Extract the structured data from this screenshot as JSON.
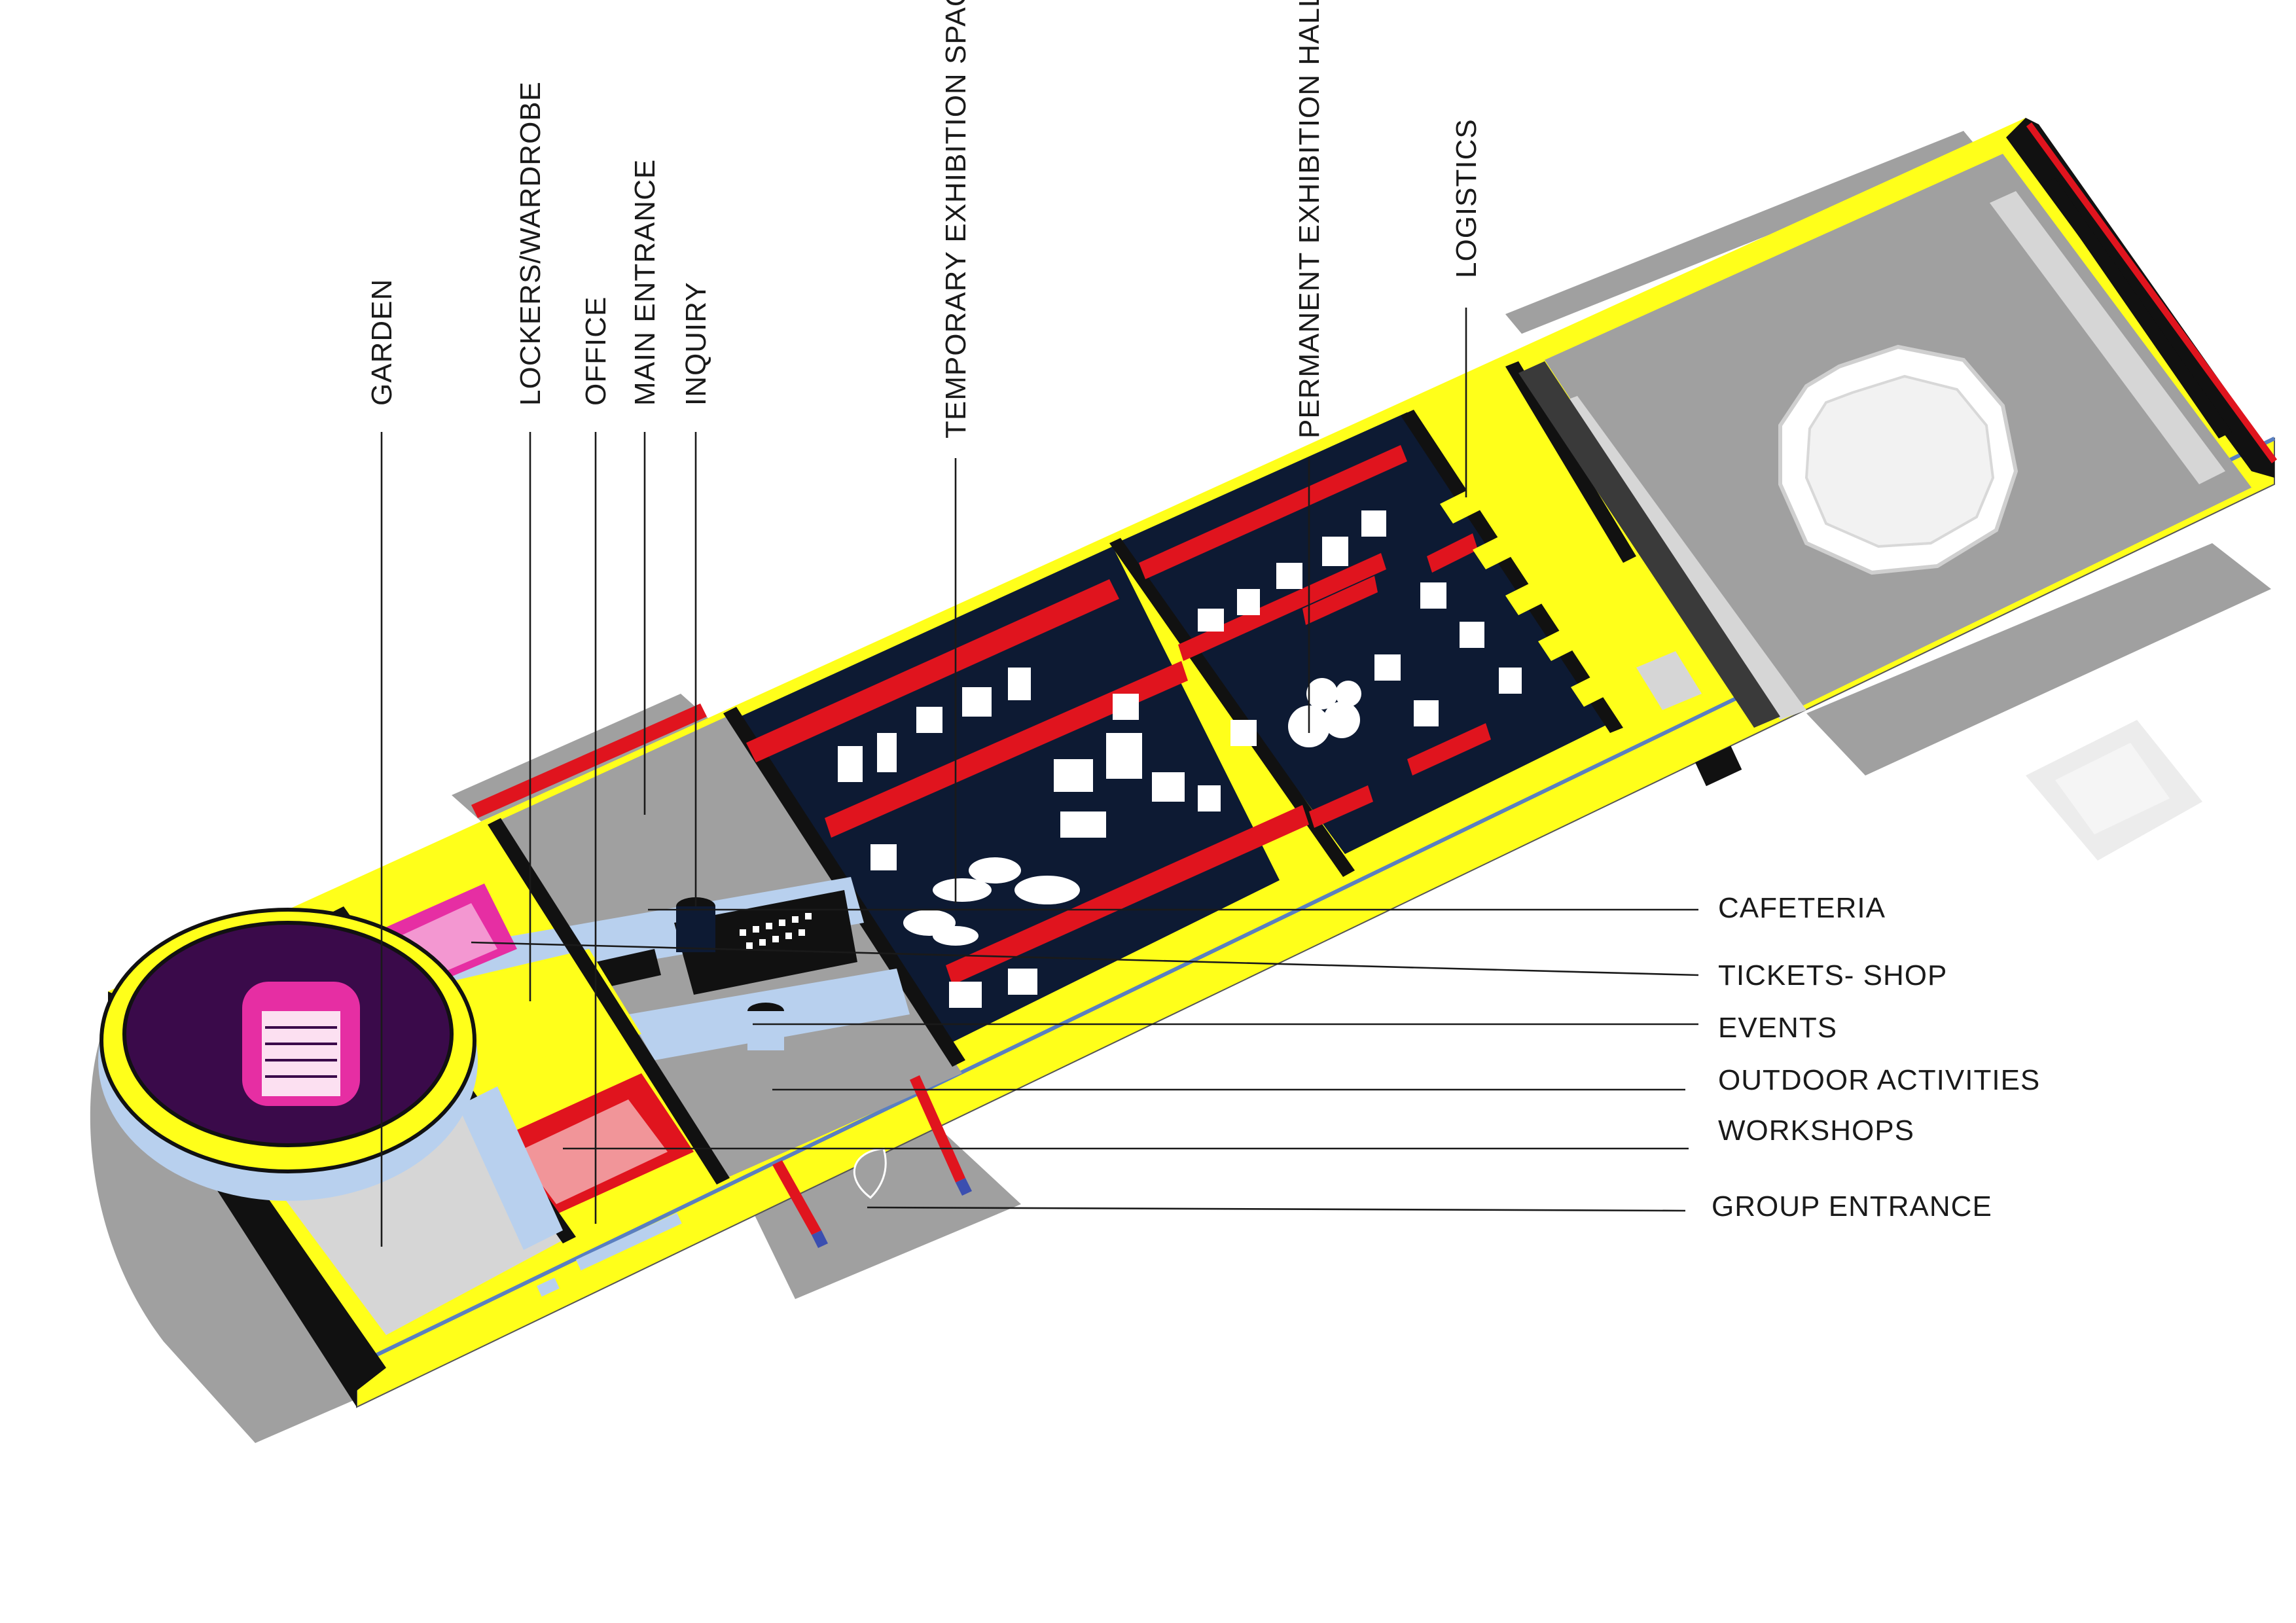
{
  "labels": {
    "vertical": [
      {
        "id": "garden",
        "text": "GARDEN"
      },
      {
        "id": "lockers",
        "text": "LOCKERS/WARDROBE"
      },
      {
        "id": "office",
        "text": "OFFICE"
      },
      {
        "id": "main_entrance",
        "text": "MAIN ENTRANCE"
      },
      {
        "id": "inquiry",
        "text": "INQUIRY"
      },
      {
        "id": "temporary",
        "text": "TEMPORARY EXHIBITION SPACE"
      },
      {
        "id": "permanent",
        "text": "PERMANENT EXHIBITION HALL"
      },
      {
        "id": "logistics",
        "text": "LOGISTICS"
      }
    ],
    "horizontal": [
      {
        "id": "cafeteria",
        "text": "CAFETERIA"
      },
      {
        "id": "tickets",
        "text": "TICKETS- SHOP"
      },
      {
        "id": "events",
        "text": "EVENTS"
      },
      {
        "id": "outdoor",
        "text": "OUTDOOR ACTIVITIES"
      },
      {
        "id": "workshops",
        "text": "WORKSHOPS"
      },
      {
        "id": "group_entrance",
        "text": "GROUP ENTRANCE"
      }
    ]
  },
  "colors": {
    "wall_yellow": "#ffff1a",
    "gallery_navy": "#0d1a33",
    "exhibit_red": "#e0141e",
    "ground_gray": "#a0a0a0",
    "light_gray": "#d6d6d6",
    "magenta": "#e62ea3",
    "purple": "#3a0a4a",
    "glass_blue": "#b8d0ee",
    "wall_black": "#111111"
  }
}
